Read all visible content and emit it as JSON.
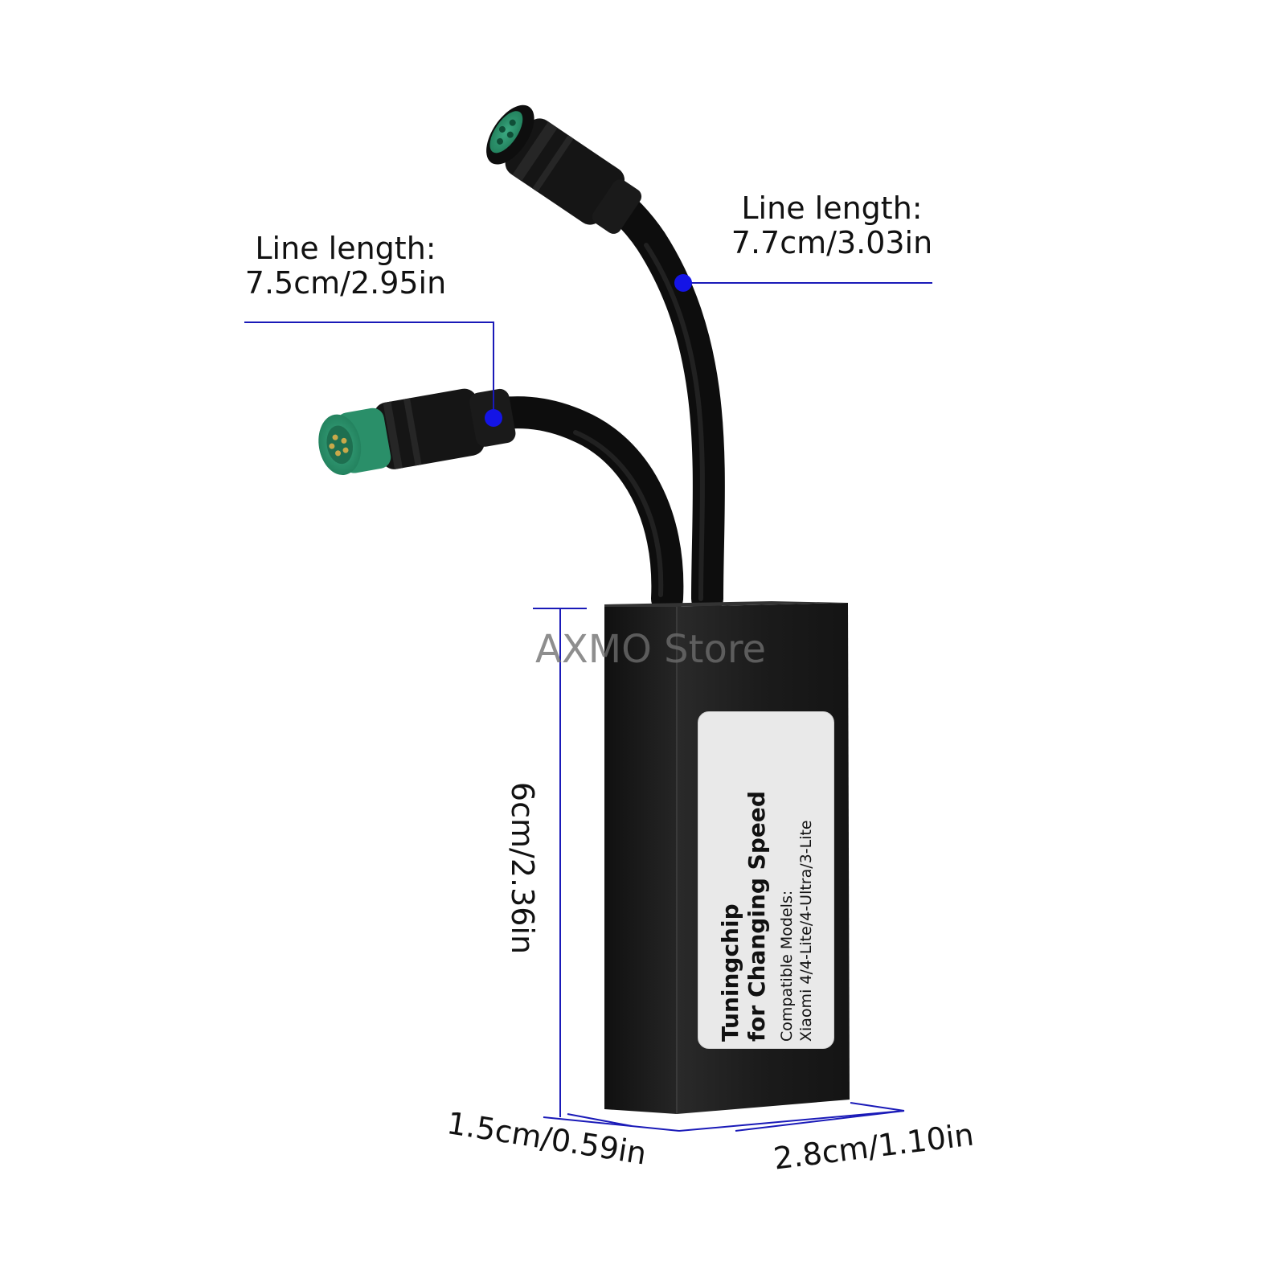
{
  "annotations": {
    "left_cable": {
      "title": "Line length:",
      "value": "7.5cm/2.95in"
    },
    "right_cable": {
      "title": "Line length:",
      "value": "7.7cm/3.03in"
    },
    "height": "6cm/2.36in",
    "depth": "1.5cm/0.59in",
    "width": "2.8cm/1.10in"
  },
  "watermark": "AXMO Store",
  "chip_label": {
    "line1": "Tuningchip",
    "line2": "for Changing Speed",
    "line3": "Compatible Models:",
    "line4": "Xiaomi 4/4-Lite/4-Ultra/3-Lite"
  },
  "colors": {
    "annotation_line": "#1a1ab8",
    "annotation_dot": "#1414e6",
    "chip_body": "#1c1c1c",
    "cable": "#111111",
    "connector_green": "#2f9a73",
    "label_background": "#e9e9e9"
  },
  "icons": {
    "male_connector": "male-connector-icon",
    "female_connector": "female-connector-icon"
  }
}
